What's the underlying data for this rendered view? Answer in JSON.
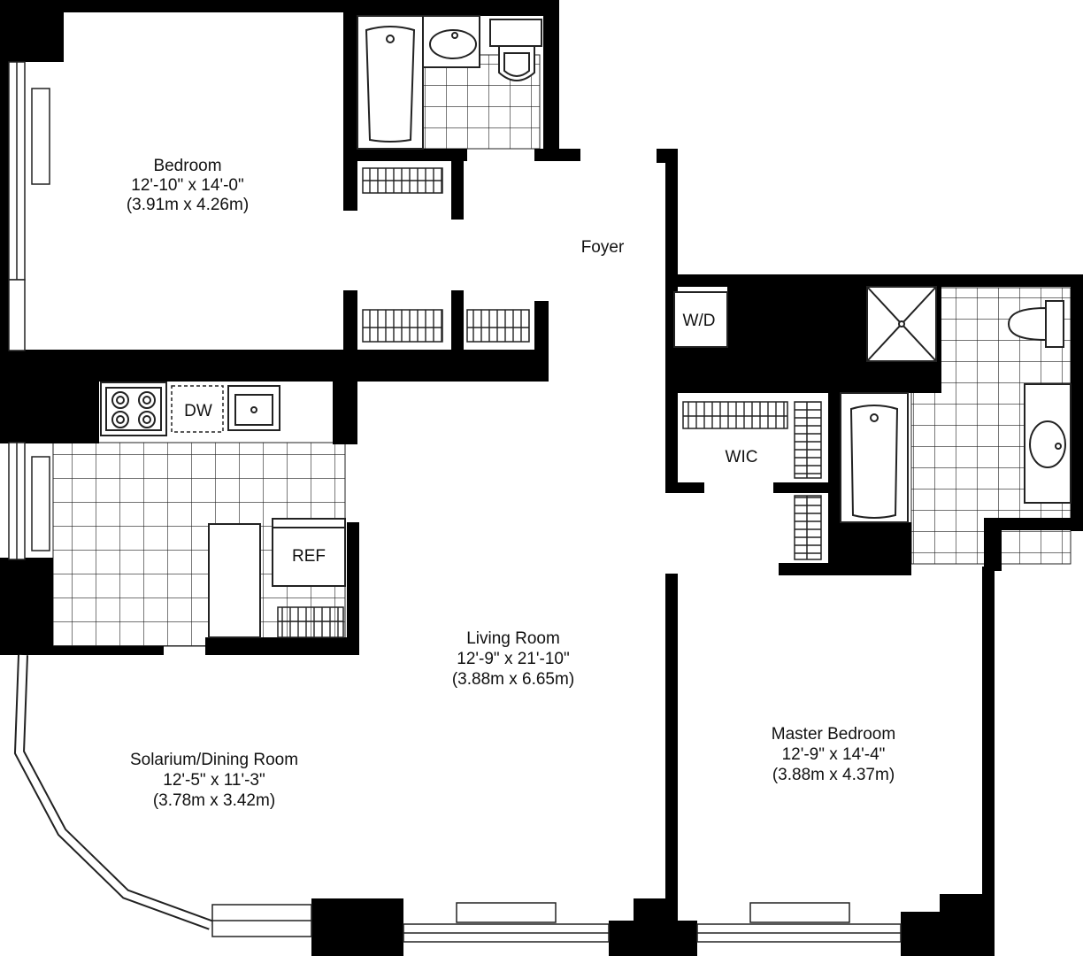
{
  "rooms": {
    "bedroom": {
      "name": "Bedroom",
      "imperial": "12'-10\" x 14'-0\"",
      "metric": "(3.91m x 4.26m)"
    },
    "foyer": {
      "name": "Foyer"
    },
    "living": {
      "name": "Living Room",
      "imperial": "12'-9\" x 21'-10\"",
      "metric": "(3.88m x 6.65m)"
    },
    "solarium": {
      "name": "Solarium/Dining Room",
      "imperial": "12'-5\" x 11'-3\"",
      "metric": "(3.78m x 3.42m)"
    },
    "master": {
      "name": "Master Bedroom",
      "imperial": "12'-9\" x 14'-4\"",
      "metric": "(3.88m x 4.37m)"
    },
    "wic": {
      "name": "WIC"
    }
  },
  "fixtures": {
    "dishwasher": "DW",
    "refrigerator": "REF",
    "washer_dryer": "W/D"
  },
  "colors": {
    "wall": "#000000",
    "background": "#ffffff",
    "line": "#222222"
  }
}
